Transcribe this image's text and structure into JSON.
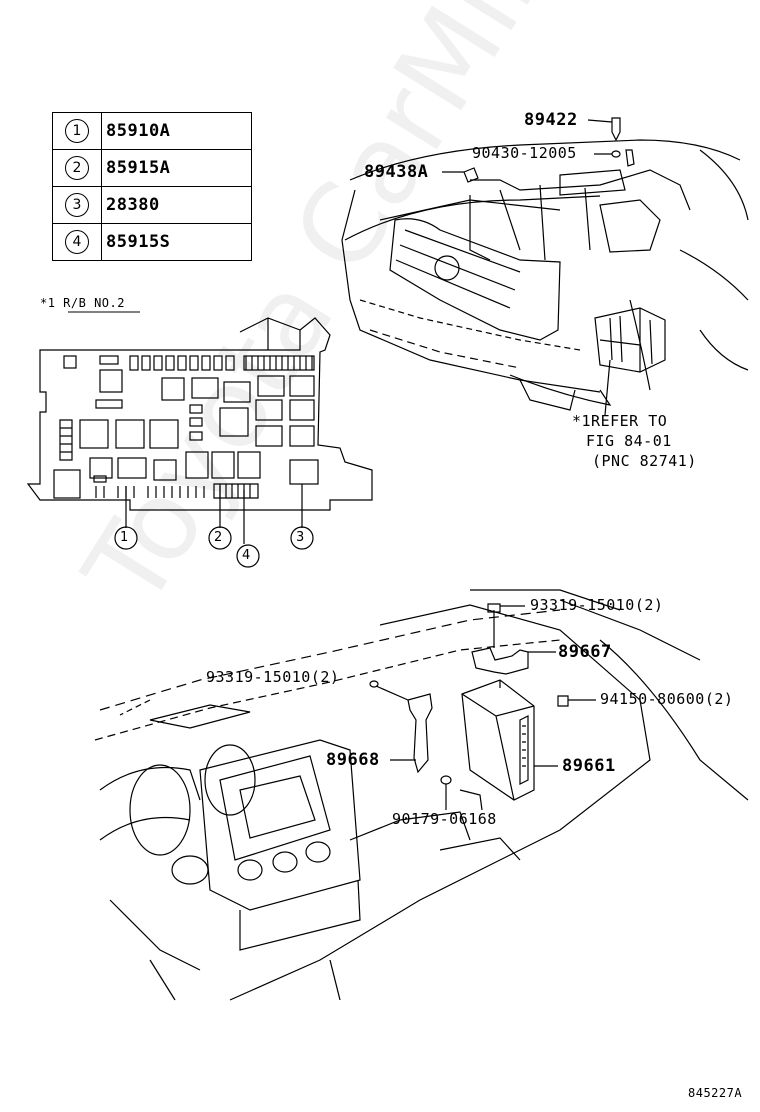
{
  "legend": [
    {
      "num": "1",
      "part": "85910A"
    },
    {
      "num": "2",
      "part": "85915A"
    },
    {
      "num": "3",
      "part": "28380"
    },
    {
      "num": "4",
      "part": "85915S"
    }
  ],
  "rb_note": "*1 R/B NO.2",
  "callouts": {
    "c1": "1",
    "c2": "2",
    "c3": "3",
    "c4": "4"
  },
  "parts": {
    "p89422": "89422",
    "p90430": "90430-12005",
    "p89438a": "89438A",
    "refer_line1": "*1REFER TO",
    "refer_line2": "FIG 84-01",
    "refer_line3": "(PNC 82741)",
    "p93319_top": "93319-15010(2)",
    "p89667": "89667",
    "p93319_left": "93319-15010(2)",
    "p94150": "94150-80600(2)",
    "p89668": "89668",
    "p89661": "89661",
    "p90179": "90179-06168"
  },
  "diagram_id": "845227A",
  "watermark": "Toyota CarMinder.ru"
}
